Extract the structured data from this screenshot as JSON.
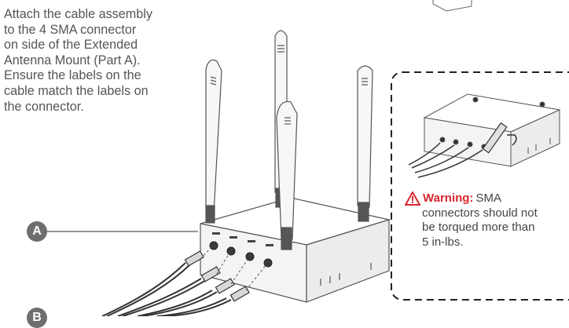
{
  "instructions": {
    "lines": [
      "Attach the cable assembly",
      "to the 4 SMA connector",
      "on side of the Extended",
      "Antenna Mount (Part A).",
      "Ensure the labels on the",
      "cable match the labels on",
      "the connector."
    ]
  },
  "callouts": {
    "a": "A",
    "b": "B"
  },
  "warning": {
    "label": "Warning:",
    "first_text": "SMA",
    "lines": [
      "connectors should not",
      "be torqued more than",
      "5 in-lbs."
    ]
  },
  "colors": {
    "warning_red": "#d8262e",
    "callout_gray": "#6e6e6e",
    "dash_border": "#222222"
  }
}
